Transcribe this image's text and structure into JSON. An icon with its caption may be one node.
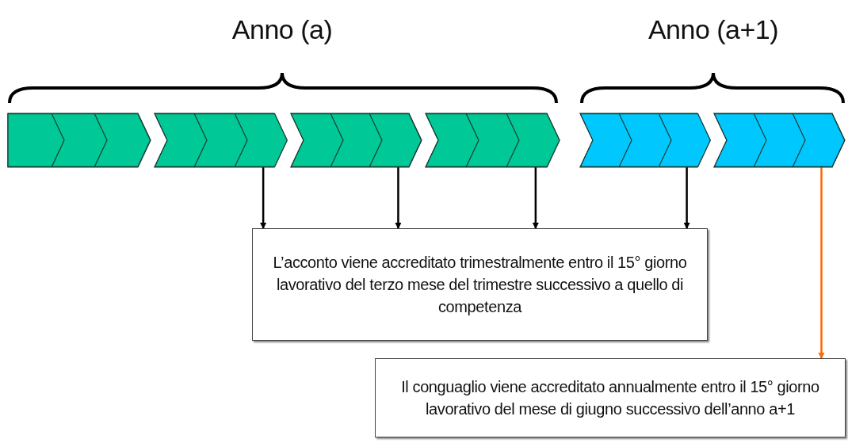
{
  "diagram": {
    "nodes": [
      {
        "text": [],
        "shape": "chevron"
      },
      {
        "text": [],
        "shape": "chevron"
      },
      {
        "text": [],
        "shape": "chevron"
      },
      {
        "text": [],
        "shape": "chevron"
      },
      {
        "text": [],
        "shape": "chevron"
      },
      {
        "text": [],
        "shape": "chevron"
      },
      {
        "text": [],
        "shape": "chevron",
        "in": 0
      },
      {
        "text": [],
        "shape": "chevron",
        "in": 0
      },
      {
        "text": [],
        "shape": "chevron",
        "in": 0
      },
      {
        "text": [],
        "shape": "chevron",
        "in": 1
      },
      {
        "text": [],
        "shape": "chevron",
        "in": 1
      },
      {
        "text": [],
        "shape": "chevron",
        "in": 1
      },
      {
        "text": [],
        "shape": "chevron",
        "in": 2
      },
      {
        "text": [],
        "shape": "chevron",
        "in": 2
      },
      {
        "text": [],
        "shape": "chevron",
        "in": 2
      },
      {
        "text": [],
        "shape": "chevron",
        "in": 3
      },
      {
        "text": [],
        "shape": "chevron",
        "in": 3
      },
      {
        "text": [],
        "shape": "chevron",
        "in": 3
      },
      {
        "text": [],
        "shape": "chevron",
        "in": 4
      },
      {
        "text": [],
        "shape": "chevron",
        "in": 4
      },
      {
        "text": [],
        "shape": "chevron",
        "in": 4
      },
      {
        "text": [],
        "shape": "chevron",
        "in": 5
      },
      {
        "text": [],
        "shape": "chevron",
        "in": 5
      },
      {
        "text": [],
        "shape": "chevron",
        "in": 5
      },
      {
        "text": [
          "L’acconto viene accreditato trimestralmente entro il 15° giorno lavorativo del terzo mese del trimestre successivo a quello di competenza"
        ]
      },
      {
        "text": [
          "Il conguaglio viene accreditato annualmente entro il 15° giorno lavorativo del mese di giugno successivo dell’anno a+1"
        ]
      }
    ],
    "edges": [
      {
        "from": 11,
        "to": 24,
        "arrow": "to"
      },
      {
        "from": 14,
        "to": 24,
        "arrow": "to"
      },
      {
        "from": 17,
        "to": 24,
        "arrow": "to"
      },
      {
        "from": 20,
        "to": 24,
        "arrow": "to"
      },
      {
        "from": 23,
        "to": 25,
        "arrow": "to",
        "color": "#ff6a00"
      }
    ],
    "labels": [
      "Anno (a)",
      "Anno (a+1)"
    ]
  }
}
